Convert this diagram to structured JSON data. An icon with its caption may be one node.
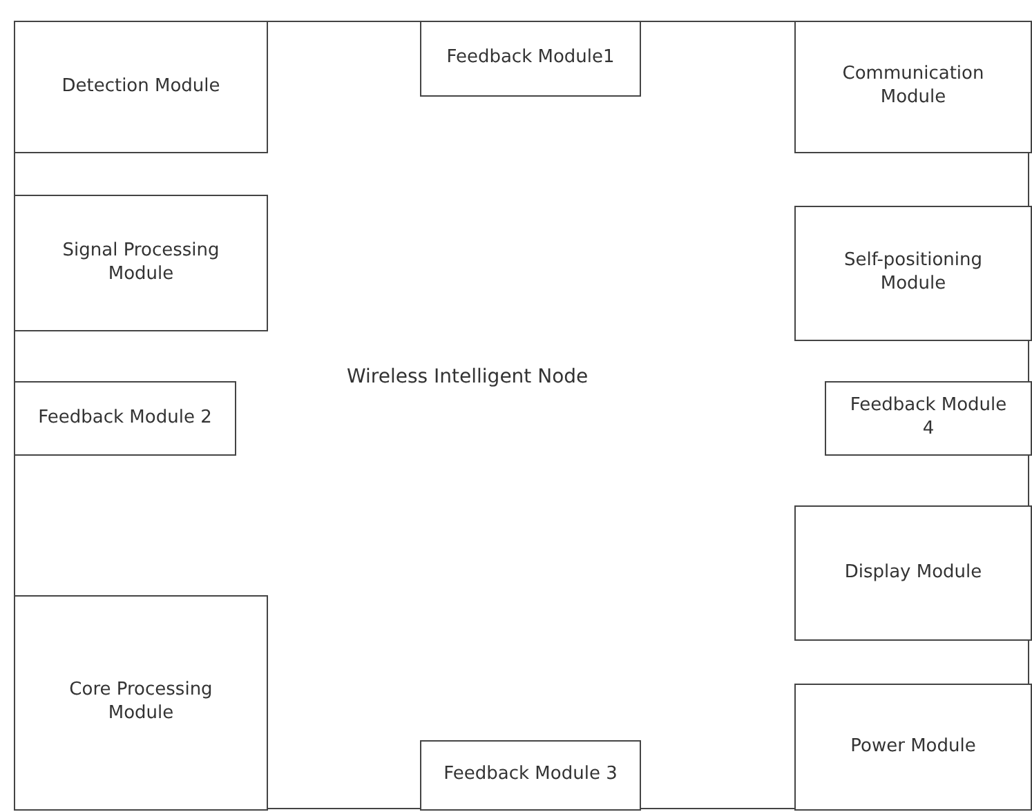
{
  "diagram": {
    "nodes": [
      {
        "text": [
          "Wireless Intelligent Node"
        ]
      },
      {
        "text": [
          "Detection Module"
        ],
        "in": 0
      },
      {
        "text": [
          "Feedback Module1"
        ],
        "in": 0
      },
      {
        "text": [
          "Communication Module"
        ],
        "in": 0
      },
      {
        "text": [
          "Signal Processing Module"
        ],
        "in": 0
      },
      {
        "text": [
          "Self-positioning Module"
        ],
        "in": 0
      },
      {
        "text": [
          "Feedback Module 2"
        ],
        "in": 0
      },
      {
        "text": [
          "Feedback Module 4"
        ],
        "in": 0
      },
      {
        "text": [
          "Display Module"
        ],
        "in": 0
      },
      {
        "text": [
          "Core Processing Module"
        ],
        "in": 0
      },
      {
        "text": [
          "Power Module"
        ],
        "in": 0
      },
      {
        "text": [
          "Feedback Module 3"
        ],
        "in": 0
      }
    ]
  }
}
